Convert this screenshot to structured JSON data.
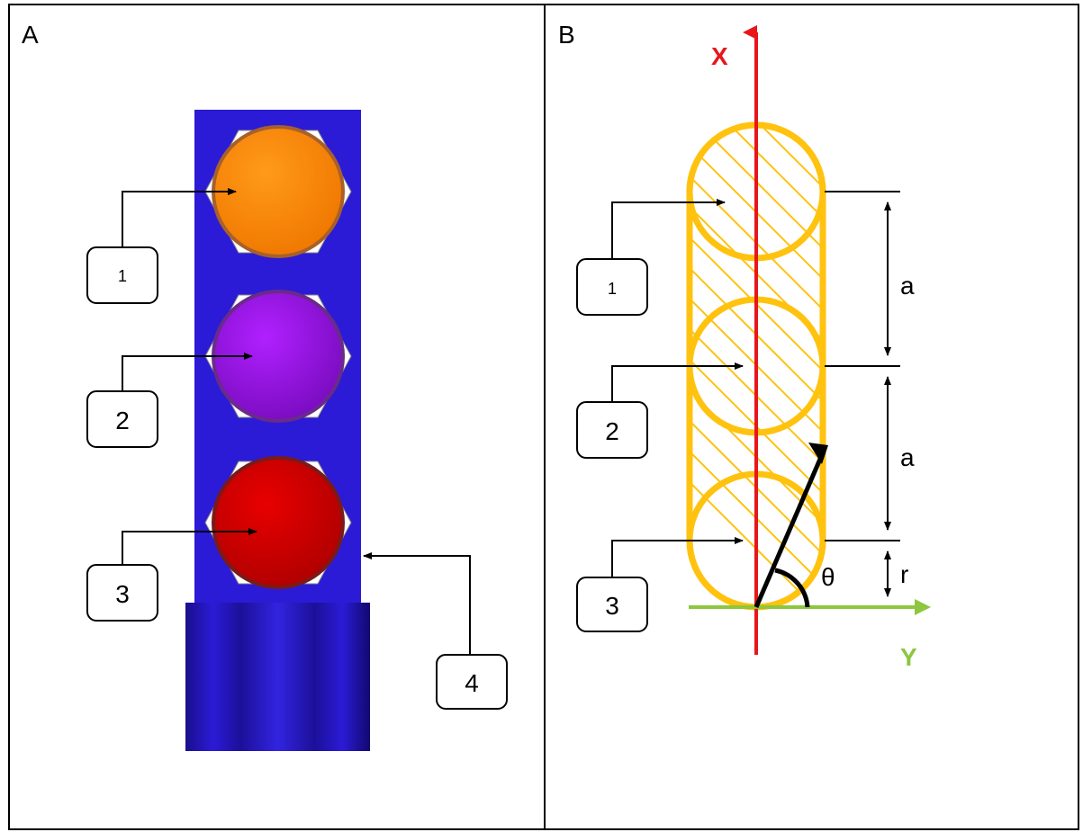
{
  "panels": {
    "a": {
      "label": "A",
      "callouts": [
        "1",
        "2",
        "3",
        "4"
      ],
      "colors": {
        "housing": "#2b1bd6",
        "housing_shade": "#1a0e8c",
        "led_1": "#ff8c00",
        "led_2": "#9a12e8",
        "led_3": "#d40000",
        "hex_nut": "#ffffff"
      }
    },
    "b": {
      "label": "B",
      "axis_x_label": "X",
      "axis_y_label": "Y",
      "callouts": [
        "1",
        "2",
        "3"
      ],
      "dim_labels": [
        "a",
        "a",
        "r"
      ],
      "angle_label": "θ",
      "colors": {
        "outline": "#ffc20e",
        "axis_x": "#e8161b",
        "axis_y": "#8dc63f"
      }
    }
  }
}
